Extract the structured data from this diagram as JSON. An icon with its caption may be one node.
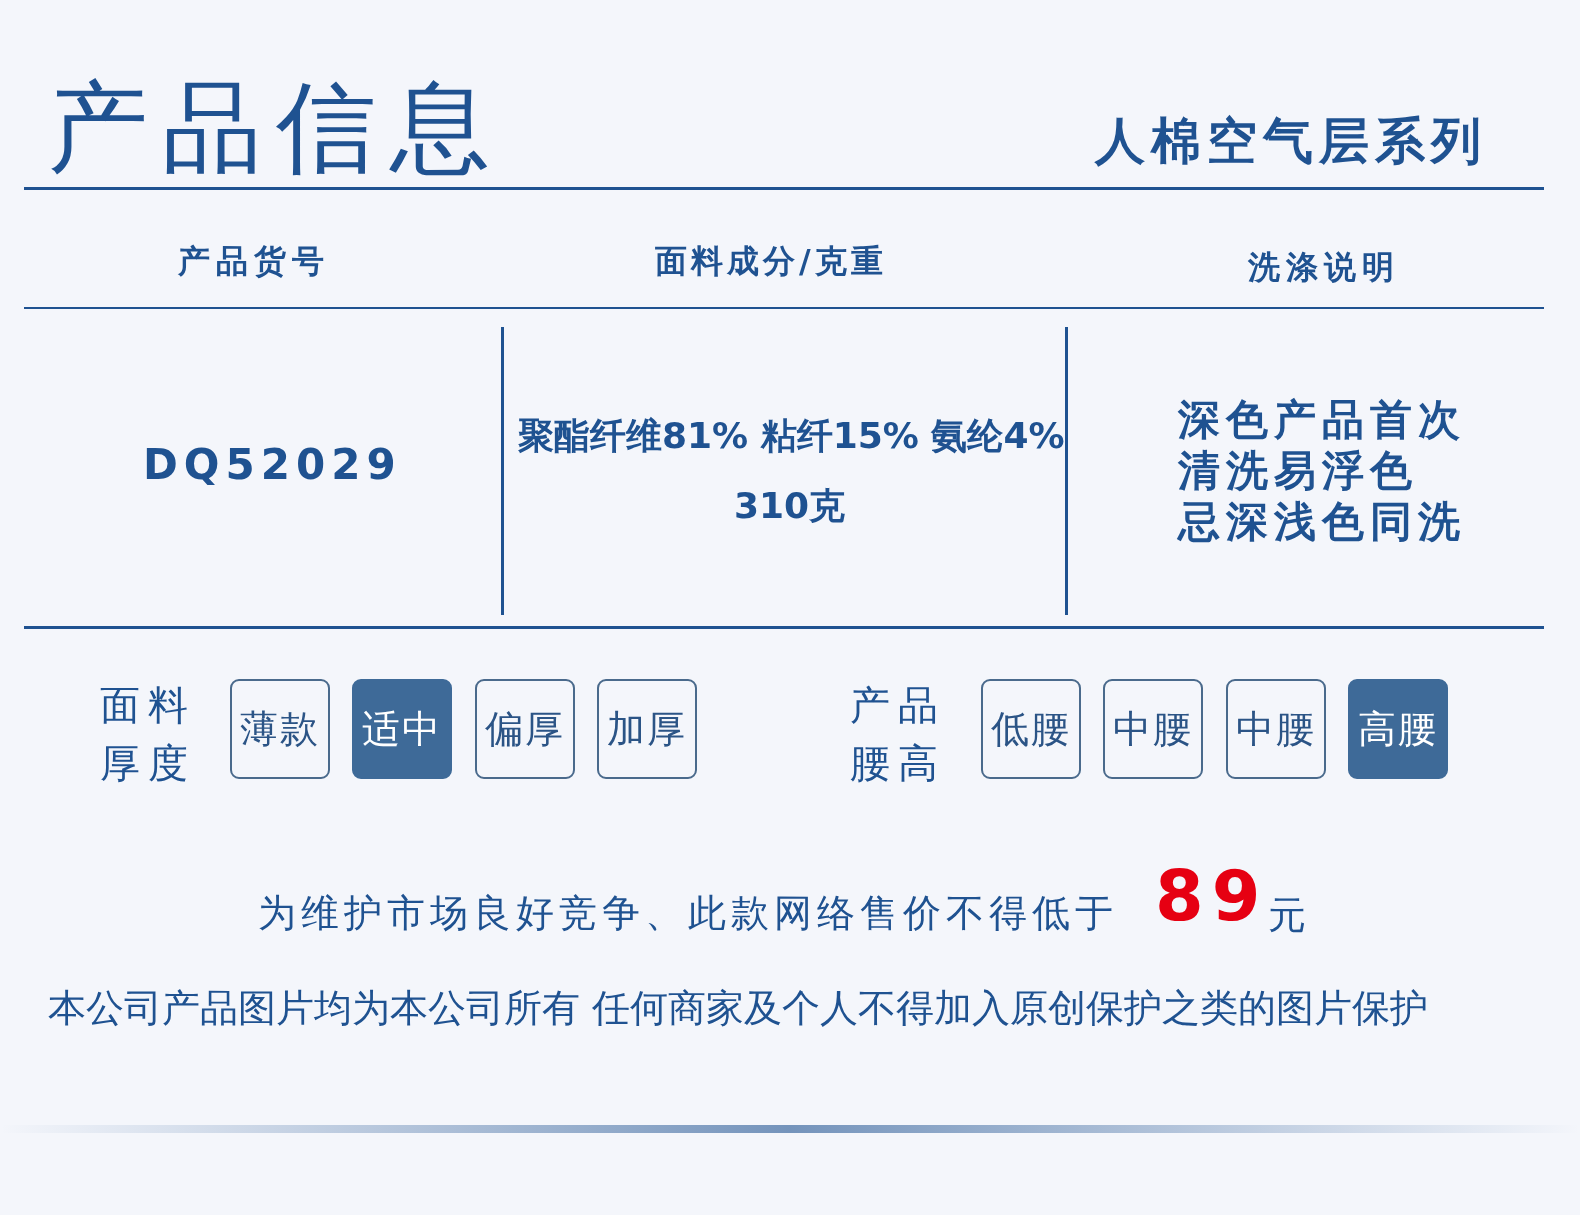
{
  "diagram": {
    "title": "产品信息",
    "nodes": [
      {
        "text": [
          "薄款"
        ]
      },
      {
        "text": [
          "适中"
        ]
      },
      {
        "text": [
          "偏厚"
        ]
      },
      {
        "text": [
          "加厚"
        ]
      },
      {
        "text": [
          "低腰"
        ]
      },
      {
        "text": [
          "中腰"
        ]
      },
      {
        "text": [
          "中腰"
        ]
      },
      {
        "text": [
          "高腰"
        ]
      }
    ],
    "labels": [
      "人棉空气层系列",
      "产品货号",
      "面料成分/克重",
      "洗涤说明",
      "DQ52029",
      "聚酯纤维81% 粘纤15% 氨纶4%",
      "310克",
      "深色产品首次",
      "清洗易浮色",
      "忌深浅色同洗",
      "面料厚度",
      "产品腰高",
      "为维护市场良好竞争、此款网络售价不得低于",
      "89",
      "元",
      "本公司产品图片均为本公司所有 任何商家及个人不得加入原创保护之类的图片保护"
    ]
  }
}
